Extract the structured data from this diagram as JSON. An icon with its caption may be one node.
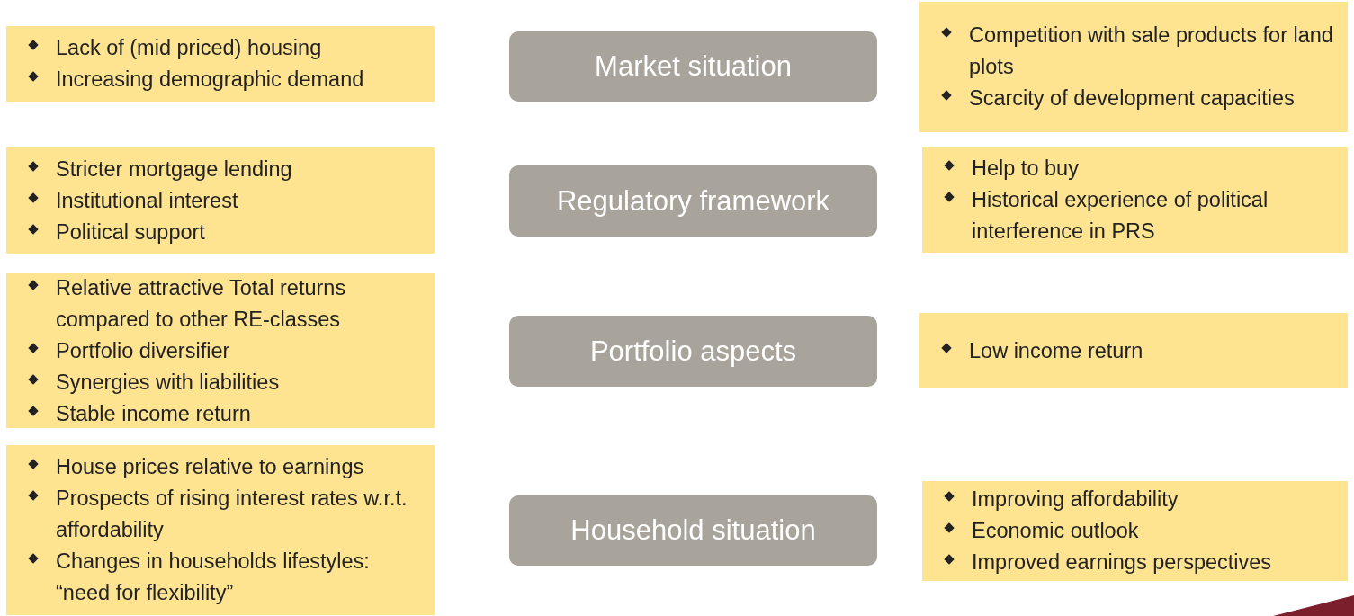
{
  "diagram": {
    "nodes": [
      {
        "text": [
          "Lack of (mid priced) housing",
          "Increasing demographic demand"
        ]
      },
      {
        "text": [
          "Market situation"
        ]
      },
      {
        "text": [
          "Competition with sale products for land plots",
          "Scarcity of development capacities"
        ]
      },
      {
        "text": [
          "Stricter mortgage lending",
          "Institutional interest",
          "Political support"
        ]
      },
      {
        "text": [
          "Regulatory framework"
        ]
      },
      {
        "text": [
          "Help to buy",
          "Historical experience of political interference in PRS"
        ]
      },
      {
        "text": [
          "Relative attractive Total returns compared to other RE-classes",
          "Portfolio diversifier",
          "Synergies with liabilities",
          "Stable income return"
        ]
      },
      {
        "text": [
          "Portfolio aspects"
        ]
      },
      {
        "text": [
          "Low income return"
        ]
      },
      {
        "text": [
          "House prices relative to earnings",
          "Prospects of rising interest rates w.r.t. affordability",
          "Changes in households lifestyles: “need for flexibility”"
        ]
      },
      {
        "text": [
          "Household situation"
        ]
      },
      {
        "text": [
          "Improving affordability",
          "Economic outlook",
          "Improved earnings perspectives"
        ]
      }
    ]
  }
}
